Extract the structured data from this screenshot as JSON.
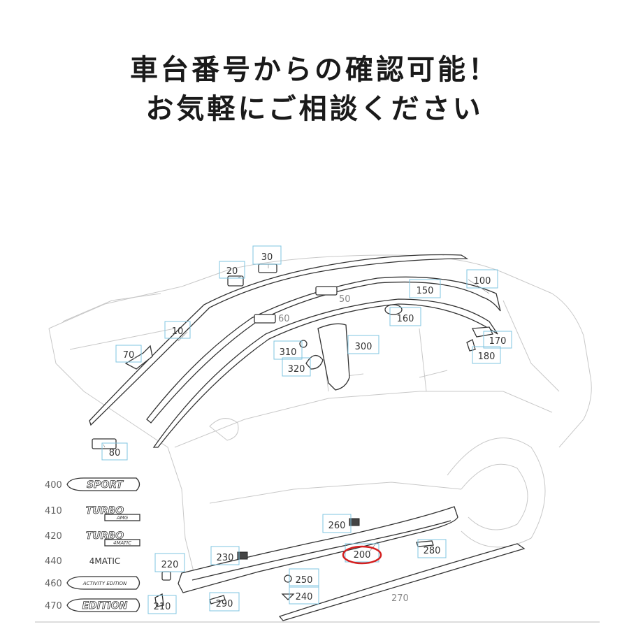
{
  "headline": {
    "line1": "車台番号からの確認可能！",
    "line2": "お気軽にご相談ください"
  },
  "callouts": [
    {
      "id": "10",
      "label": "10",
      "boxed": true
    },
    {
      "id": "20",
      "label": "20",
      "boxed": true
    },
    {
      "id": "30",
      "label": "30",
      "boxed": true
    },
    {
      "id": "50",
      "label": "50",
      "boxed": false
    },
    {
      "id": "60",
      "label": "60",
      "boxed": false
    },
    {
      "id": "70",
      "label": "70",
      "boxed": true
    },
    {
      "id": "80",
      "label": "80",
      "boxed": true
    },
    {
      "id": "100",
      "label": "100",
      "boxed": true
    },
    {
      "id": "150",
      "label": "150",
      "boxed": true
    },
    {
      "id": "160",
      "label": "160",
      "boxed": true
    },
    {
      "id": "170",
      "label": "170",
      "boxed": true
    },
    {
      "id": "180",
      "label": "180",
      "boxed": true
    },
    {
      "id": "300",
      "label": "300",
      "boxed": true
    },
    {
      "id": "310",
      "label": "310",
      "boxed": true
    },
    {
      "id": "320",
      "label": "320",
      "boxed": true
    },
    {
      "id": "200",
      "label": "200",
      "boxed": true,
      "highlighted": true
    },
    {
      "id": "210",
      "label": "210",
      "boxed": true
    },
    {
      "id": "220",
      "label": "220",
      "boxed": true
    },
    {
      "id": "230",
      "label": "230",
      "boxed": true
    },
    {
      "id": "240",
      "label": "240",
      "boxed": true
    },
    {
      "id": "250",
      "label": "250",
      "boxed": true
    },
    {
      "id": "260",
      "label": "260",
      "boxed": true
    },
    {
      "id": "270",
      "label": "270",
      "boxed": false
    },
    {
      "id": "280",
      "label": "280",
      "boxed": true
    },
    {
      "id": "290",
      "label": "290",
      "boxed": true
    }
  ],
  "emblems": [
    {
      "num": "400",
      "text": "SPORT",
      "sub": ""
    },
    {
      "num": "410",
      "text": "TURBO",
      "sub": "AMG"
    },
    {
      "num": "420",
      "text": "TURBO",
      "sub": "4MATIC"
    },
    {
      "num": "440",
      "text": "4MATIC",
      "sub": ""
    },
    {
      "num": "460",
      "text": "ACTIVITY EDITION",
      "sub": ""
    },
    {
      "num": "470",
      "text": "EDITION",
      "sub": ""
    }
  ],
  "colors": {
    "highlight": "#d42020",
    "callout_box": "#7fc4e0",
    "headline": "#1a1a1a"
  }
}
